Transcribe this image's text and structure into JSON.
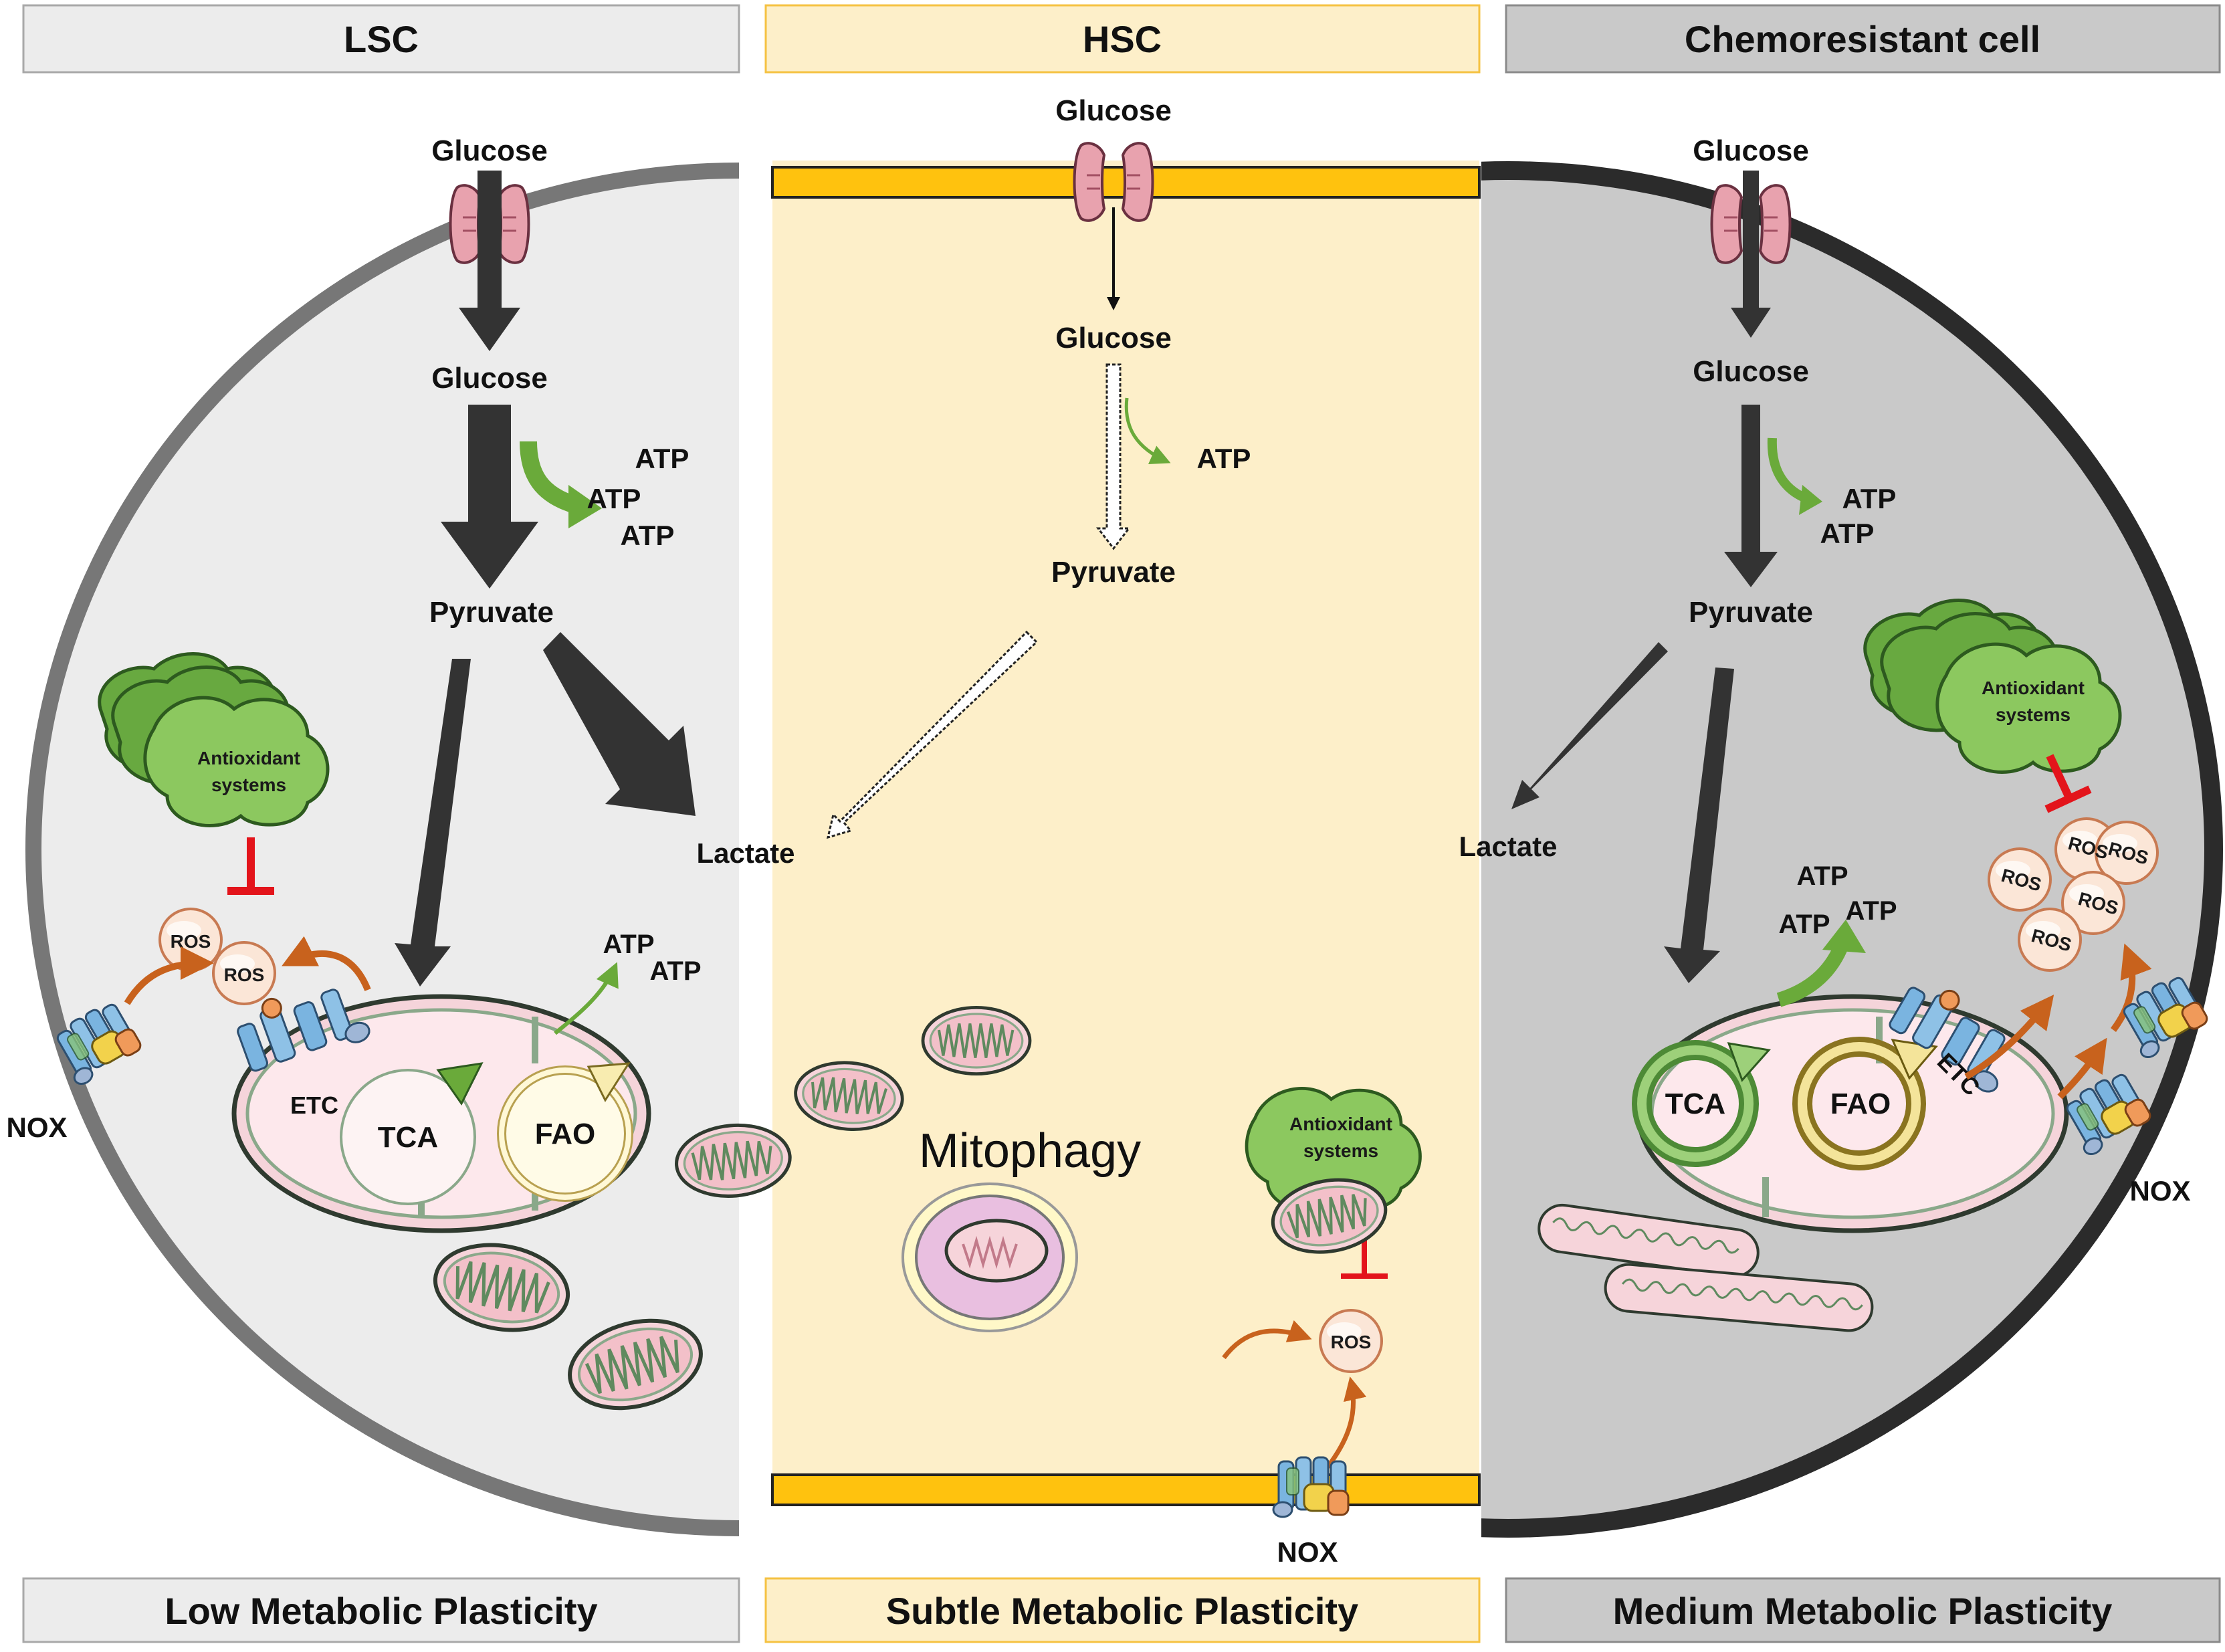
{
  "headers": {
    "lsc": "LSC",
    "hsc": "HSC",
    "chemo": "Chemoresistant cell"
  },
  "footers": {
    "lsc": "Low Metabolic Plasticity",
    "hsc": "Subtle Metabolic Plasticity",
    "chemo": "Medium Metabolic Plasticity"
  },
  "lsc": {
    "glucose_out": "Glucose",
    "glucose_in": "Glucose",
    "atp1": "ATP",
    "atp2": "ATP",
    "atp3": "ATP",
    "pyruvate": "Pyruvate",
    "lactate": "Lactate",
    "antioxidant_line1": "Antioxidant",
    "antioxidant_line2": "systems",
    "ros1": "ROS",
    "ros2": "ROS",
    "nox": "NOX",
    "etc": "ETC",
    "tca": "TCA",
    "fao": "FAO",
    "mito_atp1": "ATP",
    "mito_atp2": "ATP"
  },
  "hsc": {
    "glucose_out": "Glucose",
    "glucose_in": "Glucose",
    "atp": "ATP",
    "pyruvate": "Pyruvate",
    "mitophagy": "Mitophagy",
    "antioxidant_line1": "Antioxidant",
    "antioxidant_line2": "systems",
    "ros": "ROS",
    "nox": "NOX"
  },
  "chemo": {
    "glucose_out": "Glucose",
    "glucose_in": "Glucose",
    "atp1": "ATP",
    "atp2": "ATP",
    "pyruvate": "Pyruvate",
    "lactate": "Lactate",
    "antioxidant_line1": "Antioxidant",
    "antioxidant_line2": "systems",
    "ros1": "ROS",
    "ros2": "ROS",
    "ros3": "ROS",
    "ros4": "ROS",
    "ros5": "ROS",
    "mito_atp1": "ATP",
    "mito_atp2": "ATP",
    "mito_atp3": "ATP",
    "etc": "ETC",
    "tca": "TCA",
    "fao": "FAO",
    "nox": "NOX"
  },
  "colors": {
    "lsc_cell": "#ececec",
    "hsc_cell": "#fdefc9",
    "chemo_cell": "#c9c9c9",
    "membrane_yellow": "#ffc20e",
    "arrow_dark": "#333333",
    "arrow_green": "#6aaa3a",
    "arrow_orange": "#c8621d",
    "inhibit_red": "#e3141b",
    "mito_pink": "#f9dbe0",
    "mito_outline": "#6f8f6f",
    "antioxidant_green": "#78b84c"
  }
}
